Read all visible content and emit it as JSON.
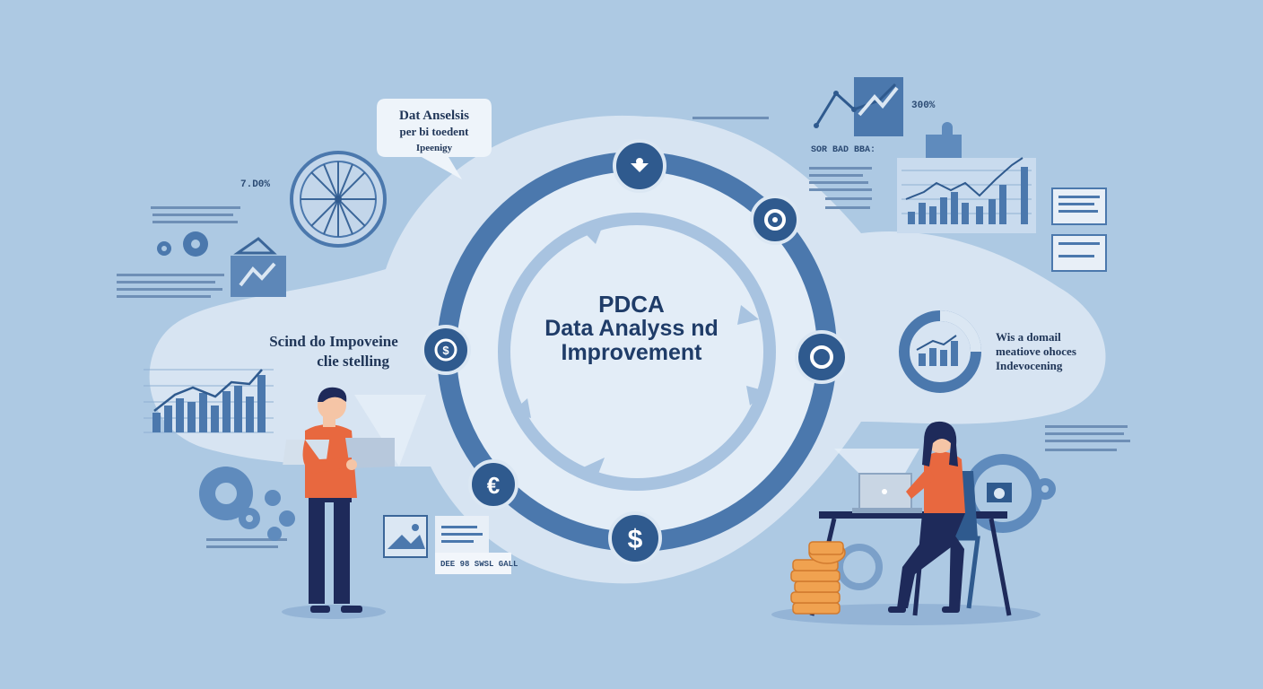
{
  "center": {
    "line1": "PDCA",
    "line2": "Data Analyss nd",
    "line3": "Improvement"
  },
  "bubble_top": {
    "line1": "Dat Anselsis",
    "line2": "per bi toedent",
    "line3": "Ipeenigy"
  },
  "bubble_left": {
    "line1": "Scind do Impoveine",
    "line2": "clie stelling"
  },
  "bubble_right": {
    "line1": "Wis a domail",
    "line2": "meatiove ohoces",
    "line3": "Indevocening"
  },
  "stats": {
    "left_percent": "7.D0%",
    "right_percent": "300%",
    "right_caption": "SOR BAD BBA:"
  },
  "doc_caption": "DEE 98 SWSL GALL",
  "cycle_icons": [
    "top-steering-icon",
    "upper-right-gear-icon",
    "right-ring-icon",
    "bottom-dollar-icon",
    "lower-left-euro-icon",
    "left-refresh-dollar-icon"
  ],
  "colors": {
    "background": "#adc9e3",
    "ring": "#4b78ad",
    "ring_dark": "#2f5a8e",
    "accent_orange": "#e8683f",
    "navy": "#1e2a5a",
    "coin": "#f0a250"
  }
}
